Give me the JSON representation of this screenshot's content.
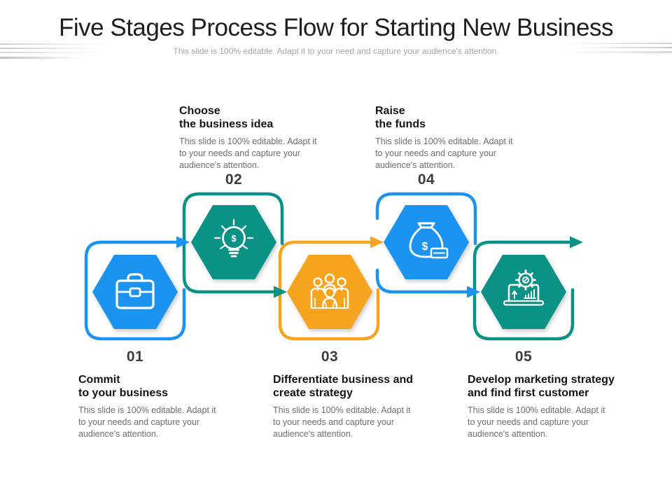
{
  "slide": {
    "title": "Five Stages Process Flow for Starting New Business",
    "subtitle": "This slide is 100% editable. Adapt it to your need and capture your audience's attention."
  },
  "colors": {
    "blue": "#1b94f1",
    "teal": "#0b9287",
    "orange": "#f6a41d",
    "number_text": "#3d3d3d",
    "heading_text": "#141414",
    "body_text": "#6f6f6f"
  },
  "stages": [
    {
      "number": "01",
      "heading_line1": "Commit",
      "heading_line2": "to your business",
      "body": "This slide is 100% editable. Adapt it\nto your needs and capture your\naudience's attention.",
      "icon": "briefcase-icon",
      "color_name": "blue"
    },
    {
      "number": "02",
      "heading_line1": "Choose",
      "heading_line2": "the business idea",
      "body": "This slide is 100% editable. Adapt it\nto your needs and capture your\naudience's attention.",
      "icon": "lightbulb-dollar-icon",
      "icon_glyph": "$",
      "color_name": "teal"
    },
    {
      "number": "03",
      "heading_line1": "Differentiate business and",
      "heading_line2": "create strategy",
      "body": "This slide is 100% editable. Adapt it\nto your needs and capture your\naudience's attention.",
      "icon": "team-icon",
      "color_name": "orange"
    },
    {
      "number": "04",
      "heading_line1": "Raise",
      "heading_line2": "the funds",
      "body": "This slide is 100% editable. Adapt it\nto your needs and capture your\naudience's attention.",
      "icon": "money-bag-icon",
      "icon_glyph": "$",
      "color_name": "blue"
    },
    {
      "number": "05",
      "heading_line1": "Develop marketing strategy",
      "heading_line2": "and find first customer",
      "body": "This slide is 100% editable. Adapt it\nto your needs and capture your\naudience's attention.",
      "icon": "marketing-laptop-icon",
      "color_name": "teal"
    }
  ]
}
